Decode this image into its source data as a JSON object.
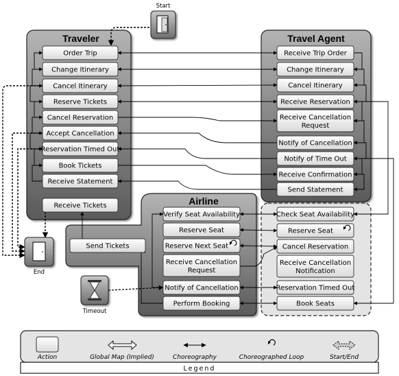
{
  "start_label": "Start",
  "end_label": "End",
  "timeout_label": "Timeout",
  "traveler": {
    "title": "Traveler",
    "actions": [
      "Order Trip",
      "Change Itinerary",
      "Cancel Itinerary",
      "Reserve Tickets",
      "Cancel Reservation",
      "Accept Cancellation",
      "Reservation Timed Out",
      "Book Tickets",
      "Receive Statement"
    ],
    "receive_tickets": "Receive Tickets"
  },
  "send_tickets": "Send Tickets",
  "agent": {
    "title": "Travel Agent",
    "actions": [
      {
        "line1": "Receive Trip Order"
      },
      {
        "line1": "Change Itinerary"
      },
      {
        "line1": "Cancel Itinerary"
      },
      {
        "line1": "Receive Reservation"
      },
      {
        "line1": "Receive Cancellation",
        "line2": "Request"
      },
      {
        "line1": "Notify of Cancellation"
      },
      {
        "line1": "Notify of Time Out"
      },
      {
        "line1": "Receive Confirmation"
      },
      {
        "line1": "Send Statement"
      }
    ],
    "sub_actions": [
      {
        "line1": "Check Seat Availability"
      },
      {
        "line1": "Reserve Seat"
      },
      {
        "line1": "Cancel Reservation"
      },
      {
        "line1": "Receive Cancellation",
        "line2": "Notification"
      },
      {
        "line1": "Reservation Timed Out"
      },
      {
        "line1": "Book Seats"
      }
    ]
  },
  "airline": {
    "title": "Airline",
    "actions": [
      {
        "line1": "Verify Seat Availability"
      },
      {
        "line1": "Reserve Seat"
      },
      {
        "line1": "Reserve Next Seat"
      },
      {
        "line1": "Receive Cancellation",
        "line2": "Request"
      },
      {
        "line1": "Notify of Cancellation"
      },
      {
        "line1": "Perform Booking"
      }
    ]
  },
  "legend": {
    "title": "Legend",
    "items": [
      "Action",
      "Global Map (Implied)",
      "Choreography",
      "Choreographed Loop",
      "Start/End"
    ]
  }
}
